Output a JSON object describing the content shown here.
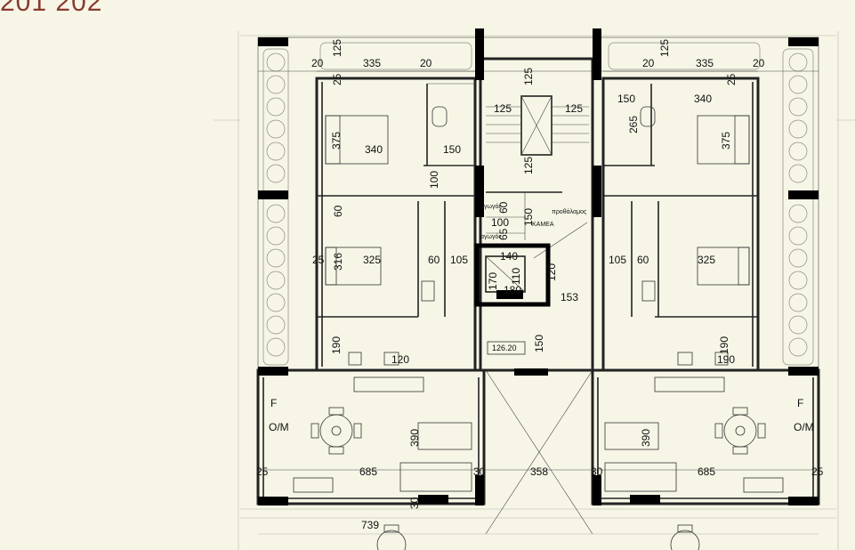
{
  "title": "201 202",
  "labels": {
    "F_left": "F",
    "OM_left": "O/M",
    "F_right": "F",
    "OM_right": "O/M",
    "area": "126.20",
    "storage_1": "αγωγός",
    "storage_2": "αγωγός",
    "pressurization": "προθάλαμος",
    "camera": "ΚΑΜΕΑ"
  },
  "dims": {
    "top_20a": "20",
    "top_125a": "125",
    "top_335a": "335",
    "top_20b": "20",
    "top_20c": "20",
    "top_125b": "125",
    "top_335b": "335",
    "top_20d": "20",
    "l_25a": "25",
    "l_375": "375",
    "l_340": "340",
    "l_150": "150",
    "l_100": "100",
    "l_60a": "60",
    "l_25b": "25",
    "l_316": "316",
    "l_325": "325",
    "l_60b": "60",
    "l_105": "105",
    "l_190": "190",
    "l_120": "120",
    "s_125a": "125",
    "s_125b": "125",
    "s_125c": "125",
    "s_125d": "125",
    "s_60": "60",
    "s_100": "100",
    "s_65": "65",
    "s_150": "150",
    "s_140": "140",
    "s_170": "170",
    "s_110": "110",
    "s_120": "120",
    "s_180": "180",
    "s_153": "153",
    "s_150b": "150",
    "r_25": "25",
    "r_150": "150",
    "r_340": "340",
    "r_265": "265",
    "r_375": "375",
    "r_105": "105",
    "r_60": "60",
    "r_325": "325",
    "r_190a": "190",
    "r_190b": "190",
    "b_25a": "25",
    "b_390a": "390",
    "b_685a": "685",
    "b_30a": "30",
    "b_358": "358",
    "b_30b": "30",
    "b_390b": "390",
    "b_685b": "685",
    "b_25b": "25",
    "b_30c": "30",
    "b_739": "739"
  }
}
